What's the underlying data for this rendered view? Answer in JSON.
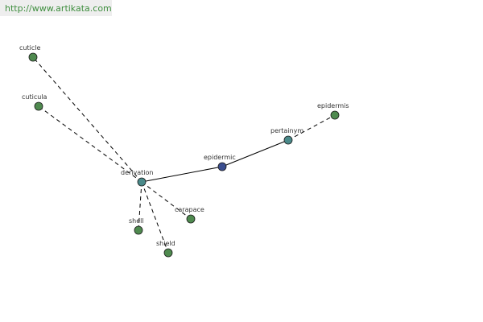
{
  "banner": {
    "url_text": "http://www.artikata.com"
  },
  "colors": {
    "leaf": "#4f8a4f",
    "relation": "#4a8a8a",
    "center": "#3a4d8f",
    "edge": "#000000",
    "background": "#ffffff"
  },
  "graph": {
    "nodes": [
      {
        "id": "cuticle",
        "label": "cuticle",
        "kind": "leaf"
      },
      {
        "id": "cuticula",
        "label": "cuticula",
        "kind": "leaf"
      },
      {
        "id": "derivation",
        "label": "derivation",
        "kind": "relation"
      },
      {
        "id": "epidermic",
        "label": "epidermic",
        "kind": "center"
      },
      {
        "id": "pertainym",
        "label": "pertainym",
        "kind": "relation"
      },
      {
        "id": "epidermis",
        "label": "epidermis",
        "kind": "leaf"
      },
      {
        "id": "carapace",
        "label": "carapace",
        "kind": "leaf"
      },
      {
        "id": "shell",
        "label": "shell",
        "kind": "leaf"
      },
      {
        "id": "shield",
        "label": "shield",
        "kind": "leaf"
      }
    ],
    "edges": [
      {
        "from": "derivation",
        "to": "cuticle",
        "style": "dashed"
      },
      {
        "from": "derivation",
        "to": "cuticula",
        "style": "dashed"
      },
      {
        "from": "derivation",
        "to": "epidermic",
        "style": "solid"
      },
      {
        "from": "epidermic",
        "to": "pertainym",
        "style": "solid"
      },
      {
        "from": "pertainym",
        "to": "epidermis",
        "style": "dashed"
      },
      {
        "from": "derivation",
        "to": "carapace",
        "style": "dashed"
      },
      {
        "from": "derivation",
        "to": "shell",
        "style": "dashed"
      },
      {
        "from": "derivation",
        "to": "shield",
        "style": "dashed"
      }
    ]
  }
}
